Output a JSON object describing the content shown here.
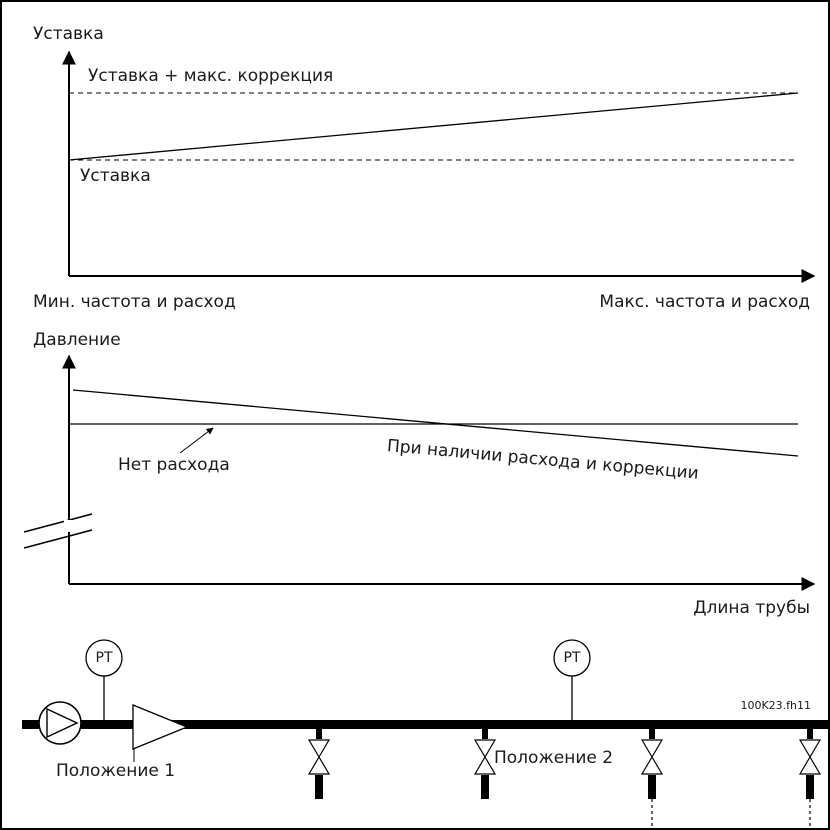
{
  "top_chart": {
    "y_axis_label": "Уставка",
    "upper_line_label": "Уставка + макс. коррекция",
    "lower_line_label": "Уставка",
    "x_min_label": "Мин. частота и расход",
    "x_max_label": "Макс. частота и расход"
  },
  "bottom_chart": {
    "y_axis_label": "Давление",
    "no_flow_label": "Нет расхода",
    "with_flow_label": "При наличии расхода и коррекции",
    "x_axis_label": "Длина трубы"
  },
  "pipe": {
    "sensor_label": "PT",
    "position1_label": "Положение 1",
    "position2_label": "Положение 2",
    "figure_code": "100K23.fh11"
  },
  "colors": {
    "line": "#000000",
    "text": "#1a1a1a",
    "background": "#ffffff"
  }
}
